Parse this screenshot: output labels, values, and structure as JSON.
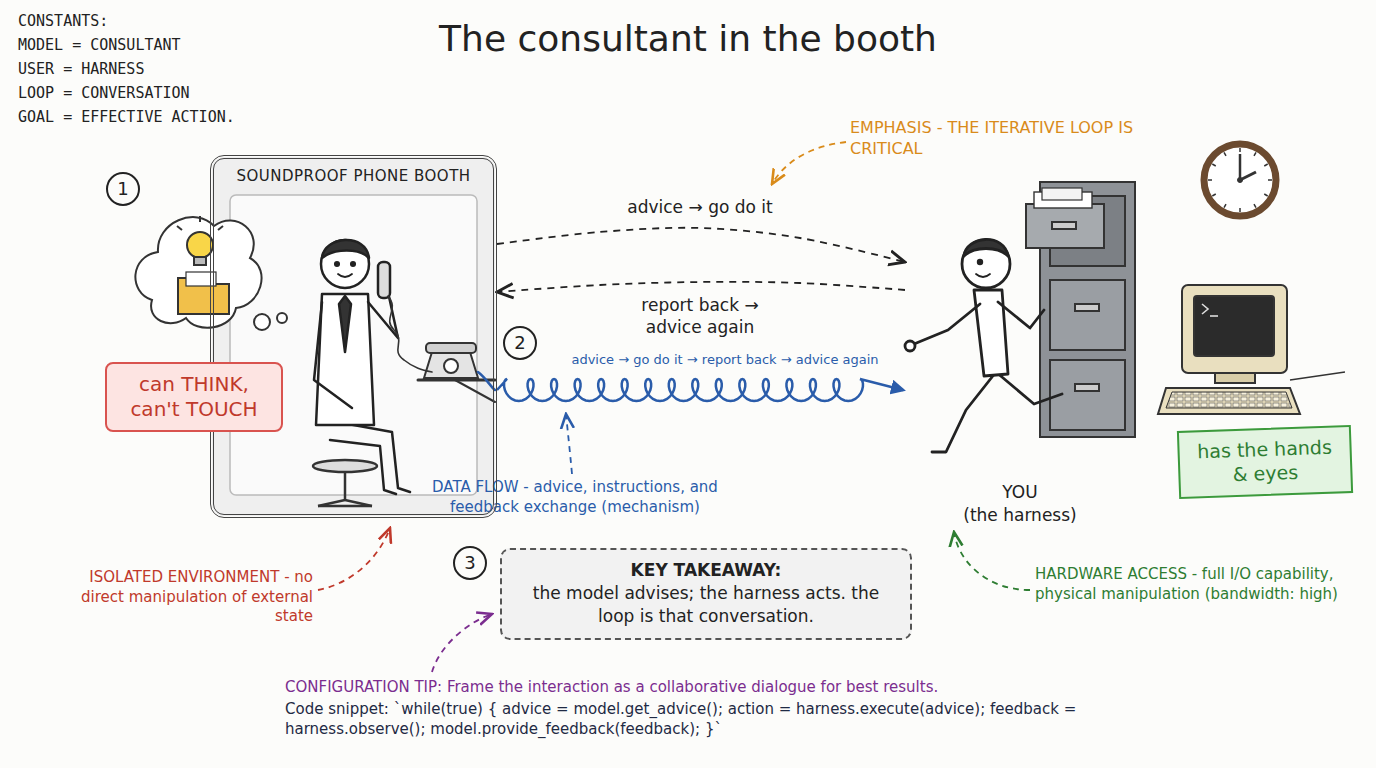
{
  "diagram": {
    "title": "The consultant in the booth",
    "nodes": [
      {
        "text": [
          "SOUNDPROOF PHONE BOOTH"
        ]
      },
      {
        "text": [
          "can THINK, can't TOUCH"
        ]
      },
      {
        "text": [
          "YOU",
          "(the harness)"
        ]
      },
      {
        "text": [
          "has the hands & eyes"
        ]
      },
      {
        "text": [
          "KEY TAKEAWAY:",
          "the model advises; the harness acts. the loop is that conversation."
        ]
      }
    ],
    "edges": [
      {
        "from": 0,
        "to": 2,
        "label": "advice → go do it",
        "arrow": "to"
      },
      {
        "from": 2,
        "to": 0,
        "label": "report back → advice again",
        "arrow": "to"
      },
      {
        "from": 0,
        "to": 2,
        "label": "advice → go do it → report back → advice again",
        "arrow": "to"
      }
    ],
    "labels": [
      "CONSTANTS:",
      "MODEL = CONSULTANT",
      "USER = HARNESS",
      "LOOP = CONVERSATION",
      "GOAL = EFFECTIVE ACTION.",
      "1",
      "2",
      "3",
      "EMPHASIS - THE ITERATIVE LOOP IS CRITICAL",
      "DATA FLOW - advice, instructions, and feedback exchange (mechanism)",
      "ISOLATED ENVIRONMENT - no direct manipulation of external state",
      "HARDWARE ACCESS - full I/O capability, physical manipulation (bandwidth: high)",
      "CONFIGURATION TIP: Frame the interaction as a collaborative dialogue for best results.",
      "Code snippet: `while(true) { advice = model.get_advice(); action = harness.execute(advice); feedback = harness.observe(); model.provide_feedback(feedback); }`"
    ]
  }
}
